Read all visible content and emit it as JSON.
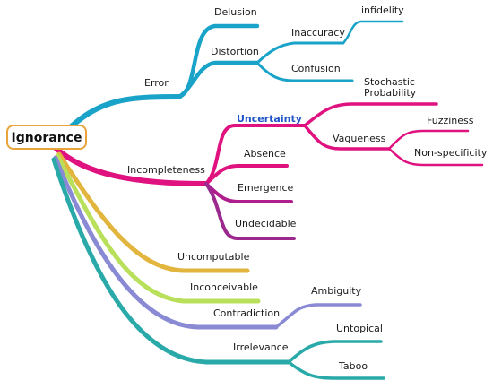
{
  "root": {
    "label": "Ignorance",
    "border_color": "#e8a33a"
  },
  "colors": {
    "error": "#1aa3c8",
    "incompleteness": "#e0127f",
    "emergence": "#b01e8e",
    "undecidable": "#9c2a8e",
    "uncomputable": "#e2b53e",
    "inconceivable": "#b8e05a",
    "contradiction": "#8a8ad4",
    "irrelevance": "#2aa9a9",
    "uncertainty_text": "#1f55c8"
  },
  "nodes": {
    "error": "Error",
    "delusion": "Delusion",
    "distortion": "Distortion",
    "inaccuracy": "Inaccuracy",
    "infidelity": "infidelity",
    "confusion": "Confusion",
    "incompleteness": "Incompleteness",
    "uncertainty": "Uncertainty",
    "stochastic_line1": "Stochastic",
    "stochastic_line2": "Probability",
    "vagueness": "Vagueness",
    "fuzziness": "Fuzziness",
    "nonspecificity": "Non-specificity",
    "absence": "Absence",
    "emergence": "Emergence",
    "undecidable": "Undecidable",
    "uncomputable": "Uncomputable",
    "inconceivable": "Inconceivable",
    "contradiction": "Contradiction",
    "ambiguity": "Ambiguity",
    "irrelevance": "Irrelevance",
    "untopical": "Untopical",
    "taboo": "Taboo"
  }
}
